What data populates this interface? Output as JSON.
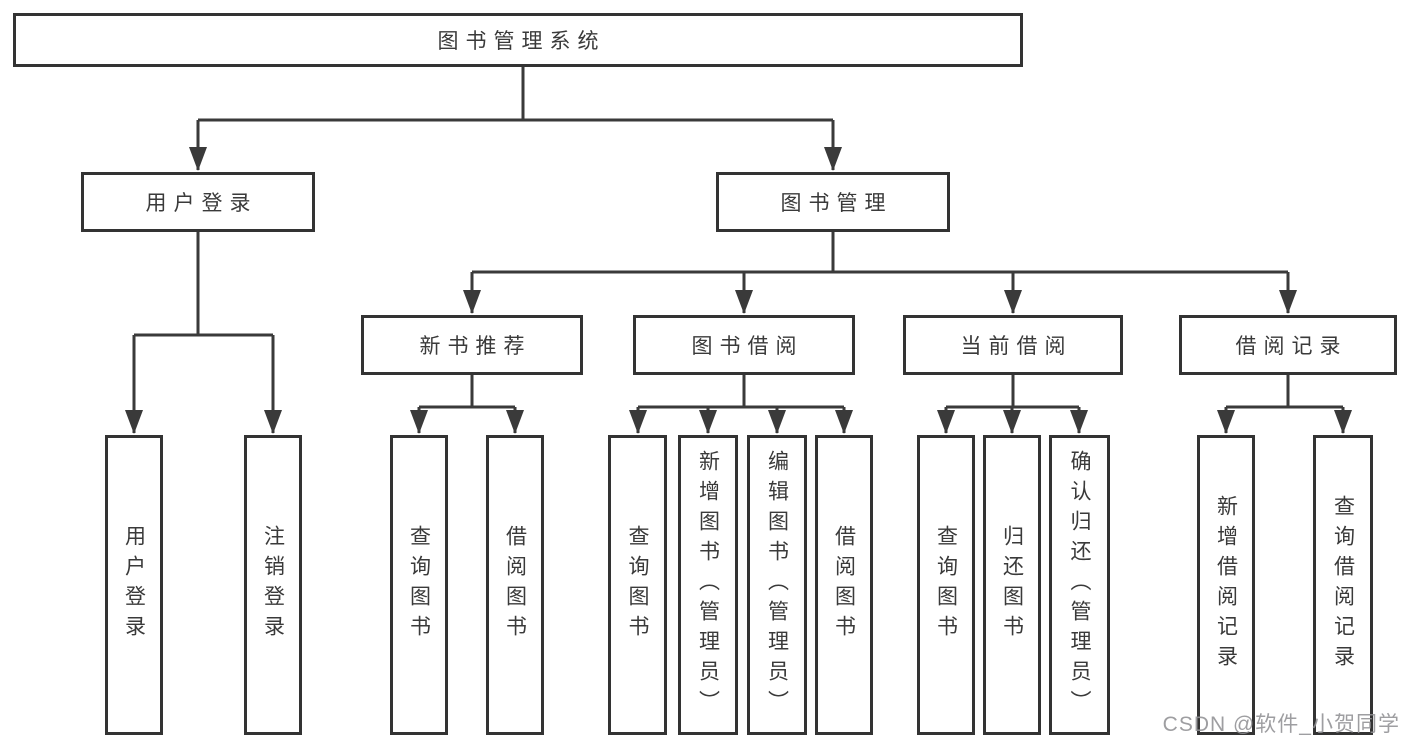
{
  "diagram": {
    "type": "hierarchy-tree",
    "colors": {
      "line": "#3a3a3a",
      "box_border": "#333333",
      "box_fill": "#ffffff",
      "text": "#3a3a3a",
      "watermark": "#919194"
    }
  },
  "tree": {
    "label": "图书管理系统",
    "children": [
      {
        "label": "用户登录",
        "children": [
          {
            "label": "用户登录"
          },
          {
            "label": "注销登录"
          }
        ]
      },
      {
        "label": "图书管理",
        "children": [
          {
            "label": "新书推荐",
            "children": [
              {
                "label": "查询图书"
              },
              {
                "label": "借阅图书"
              }
            ]
          },
          {
            "label": "图书借阅",
            "children": [
              {
                "label": "查询图书"
              },
              {
                "label": "新增图书（管理员）"
              },
              {
                "label": "编辑图书（管理员）"
              },
              {
                "label": "借阅图书"
              }
            ]
          },
          {
            "label": "当前借阅",
            "children": [
              {
                "label": "查询图书"
              },
              {
                "label": "归还图书"
              },
              {
                "label": "确认归还（管理员）"
              }
            ]
          },
          {
            "label": "借阅记录",
            "children": [
              {
                "label": "新增借阅记录"
              },
              {
                "label": "查询借阅记录"
              }
            ]
          }
        ]
      }
    ]
  },
  "watermark": {
    "text": "CSDN @软件_小贺同学"
  }
}
